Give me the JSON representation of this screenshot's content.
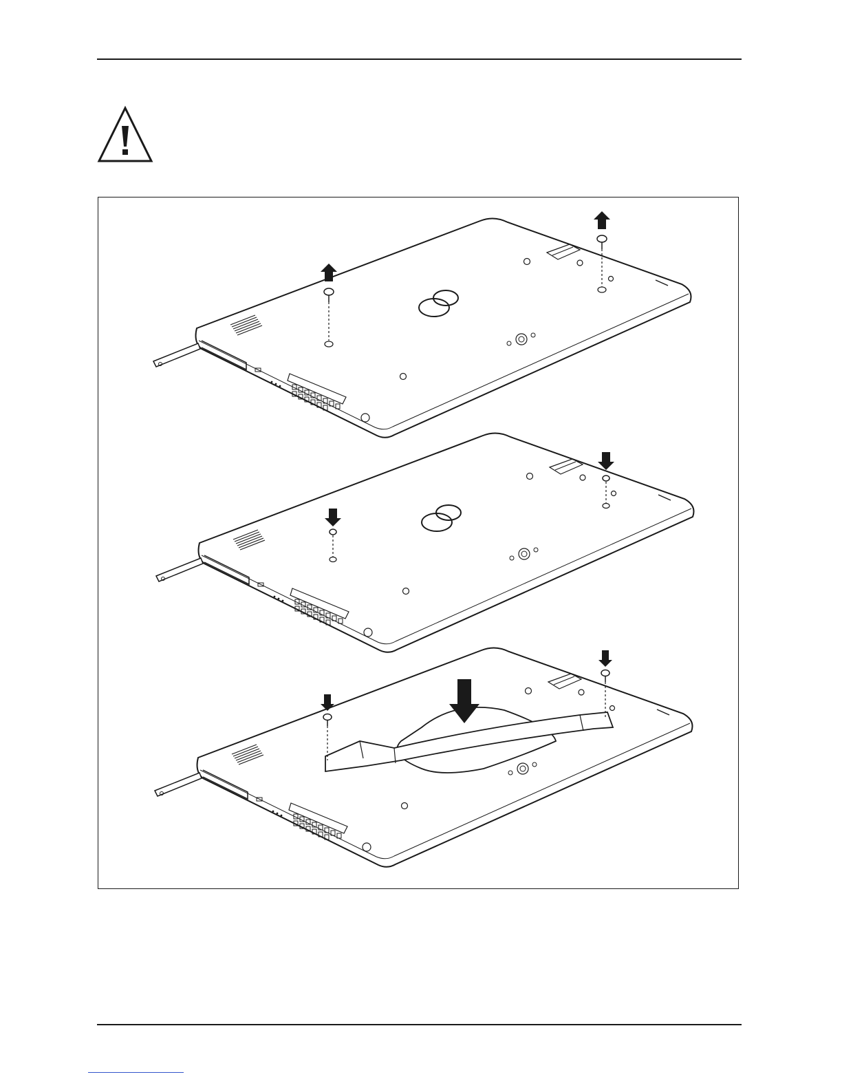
{
  "page": {
    "icons": {
      "warning": "warning-triangle-icon",
      "lift": "arrow-up-icon",
      "press": "arrow-down-icon"
    },
    "colors": {
      "line": "#1a1a1a",
      "background": "#ffffff",
      "link": "#3355cc"
    }
  },
  "figure": {
    "steps": [
      {
        "action": "remove-screws"
      },
      {
        "action": "insert-screw-pads"
      },
      {
        "action": "attach-hand-strap"
      }
    ]
  }
}
